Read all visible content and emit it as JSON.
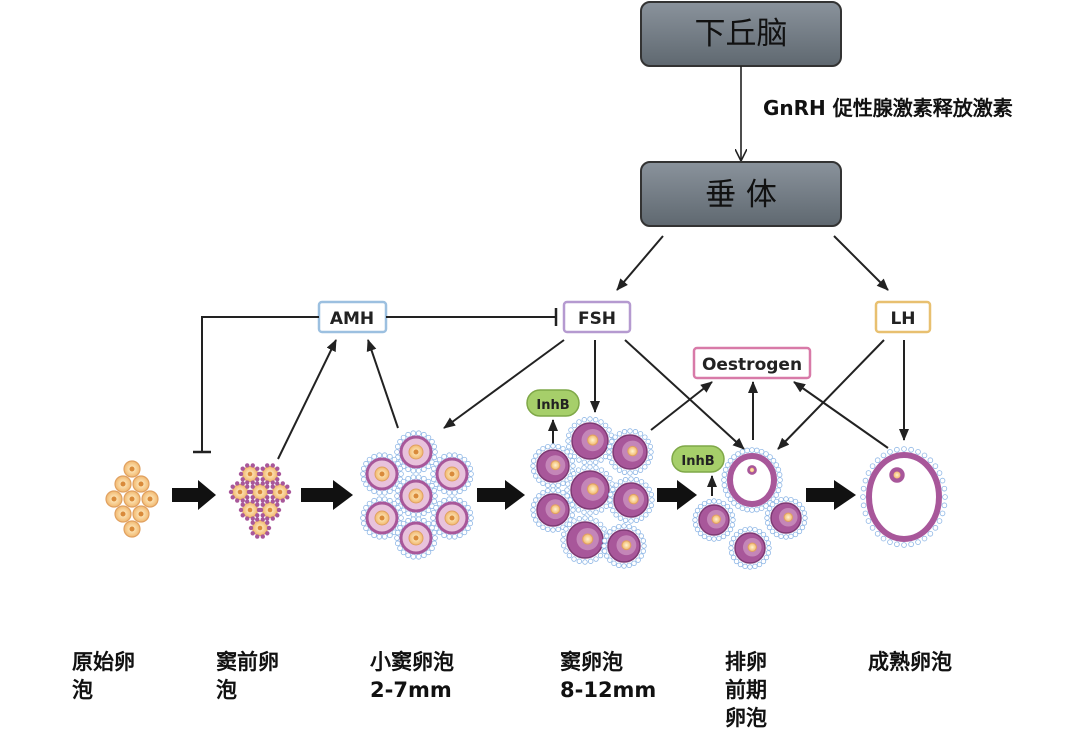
{
  "nodes": {
    "hypothalamus": "下丘脑",
    "pituitary": "垂 体",
    "amh": "AMH",
    "fsh": "FSH",
    "lh": "LH",
    "oestrogen": "Oestrogen",
    "inhb_left": "InhB",
    "inhb_right": "InhB"
  },
  "gnrh_label": "GnRH 促性腺激素释放激素",
  "stages": [
    {
      "label": "原始卵\n泡"
    },
    {
      "label": "窦前卵\n泡"
    },
    {
      "label": "小窦卵泡\n2-7mm"
    },
    {
      "label": "窦卵泡\n8-12mm"
    },
    {
      "label": "排卵\n前期\n卵泡"
    },
    {
      "label": "成熟卵泡"
    }
  ],
  "colors": {
    "gland_fill": "#6e7780",
    "amh_border": "#9cc0e0",
    "fsh_border": "#b59ad0",
    "lh_border": "#e8c070",
    "oestrogen_border": "#d87aa8",
    "inhb_fill": "#a6cf6a",
    "follicle_purple": "#a8579a",
    "follicle_pink": "#e8c2dc",
    "oocyte_yellow": "#f6c98a",
    "granulosa_blue": "#8fb7e6"
  }
}
